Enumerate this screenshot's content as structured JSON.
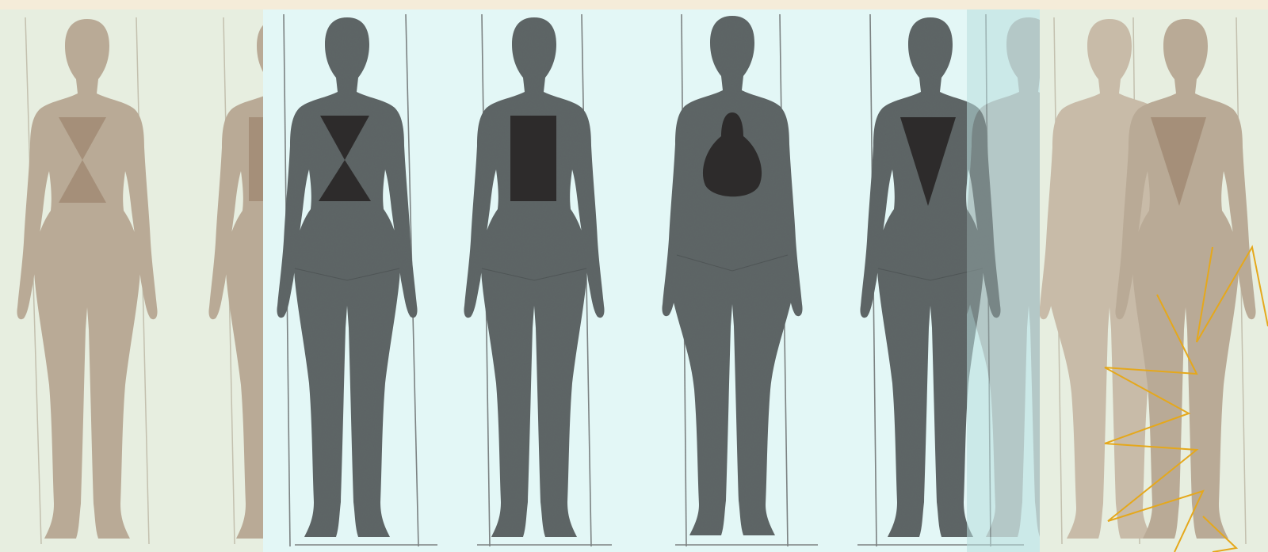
{
  "colors": {
    "page_background": "#f5ecd9",
    "faded_background": "#e7eee0",
    "main_panel_background": "#e1f7f6",
    "figure": "#5e6566",
    "shape": "#2d2b2b",
    "faded_figure": "#b9aa96",
    "faded_shape": "#a58f79",
    "accent_zigzag": "#e5a81c"
  },
  "figures": [
    {
      "id": "hourglass",
      "shape_icon": "hourglass-shape-icon"
    },
    {
      "id": "rectangle",
      "shape_icon": "rectangle-shape-icon"
    },
    {
      "id": "apple",
      "shape_icon": "apple-shape-icon"
    },
    {
      "id": "inverted-triangle",
      "shape_icon": "inverted-triangle-shape-icon"
    }
  ],
  "decorations": [
    "faded-hourglass-figure",
    "faded-inverted-triangle-figure",
    "orange-zigzag-icon"
  ]
}
